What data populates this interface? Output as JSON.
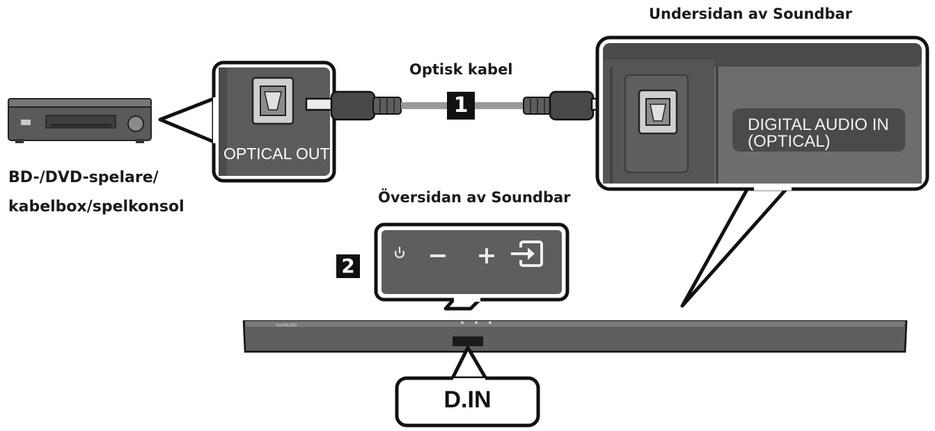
{
  "labels": {
    "top_right": "Undersidan av Soundbar",
    "cable": "Optisk kabel",
    "player_line1": "BD-/DVD-spelare/",
    "player_line2": "kabelbox/spelkonsol",
    "top_soundbar": "Översidan av Soundbar",
    "optical_out": "OPTICAL OUT",
    "digital_in_line1": "DIGITAL AUDIO IN",
    "digital_in_line2": "(OPTICAL)",
    "din": "D.IN",
    "step1": "1",
    "step2": "2",
    "brand": "SAMSUNG"
  },
  "icons": [
    "dvd-player-icon",
    "optical-port-icon",
    "optical-plug-icon",
    "power-icon",
    "minus-icon",
    "plus-icon",
    "source-input-icon",
    "soundbar-icon"
  ],
  "colors": {
    "panel_dark": "#545454",
    "panel_mid": "#6e6e6e",
    "outline": "#111111",
    "callout_fill": "#ffffff",
    "cable": "#8a8a8a"
  }
}
